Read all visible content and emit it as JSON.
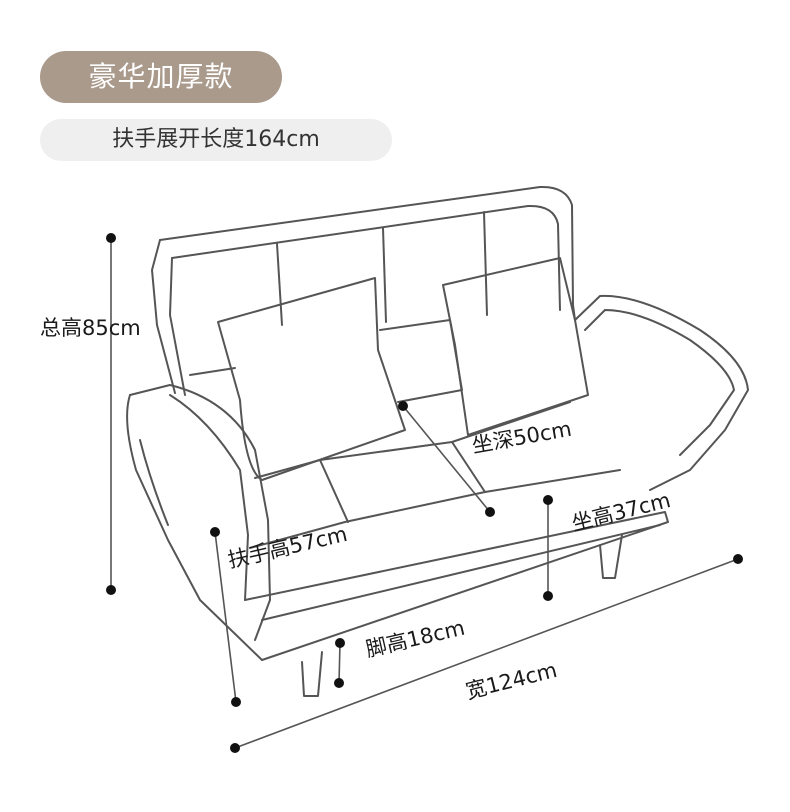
{
  "badge": {
    "text": "豪华加厚款"
  },
  "spec_pill": {
    "text": "扶手展开长度164cm"
  },
  "dimensions": {
    "total_height": "总高85cm",
    "seat_depth": "坐深50cm",
    "seat_height": "坐高37cm",
    "armrest_height": "扶手高57cm",
    "leg_height": "脚高18cm",
    "width": "宽124cm"
  },
  "colors": {
    "badge_bg": "#aa9a8c",
    "pill_bg": "#efefef",
    "line": "#555555",
    "dot": "#111111"
  }
}
